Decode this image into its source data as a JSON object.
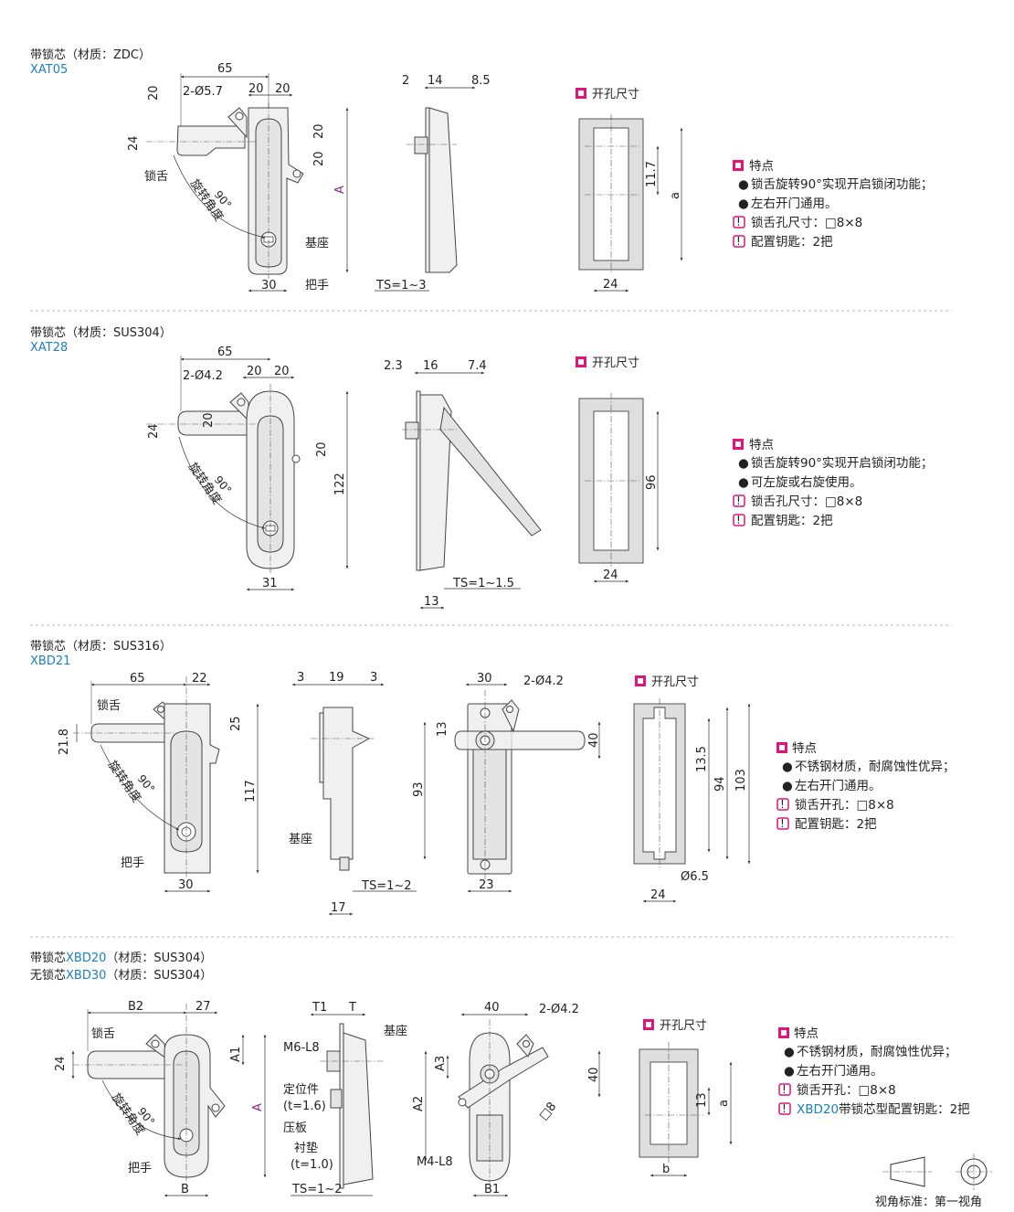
{
  "sections": [
    {
      "title": "带锁芯（材质：ZDC）",
      "code": "XAT05",
      "front_dims": [
        "65",
        "20",
        "2-Ø5.7",
        "20",
        "20",
        "24",
        "20",
        "20",
        "A",
        "30"
      ],
      "labels": {
        "tongue": "锁舌",
        "angle": "90°",
        "rotation": "旋转角度",
        "base": "基座",
        "handle": "把手"
      },
      "side_dims": [
        "2",
        "14",
        "8.5",
        "TS=1~3"
      ],
      "cutout": {
        "title": "开孔尺寸",
        "dims": [
          "11.7",
          "a",
          "24"
        ]
      },
      "features": {
        "title": "特点",
        "items": [
          "锁舌旋转90°实现开启锁闭功能；",
          "左右开门通用。"
        ],
        "notes": [
          "锁舌孔尺寸：□8×8",
          "配置钥匙：2把"
        ]
      }
    },
    {
      "title": "带锁芯（材质：SUS304）",
      "code": "XAT28",
      "front_dims": [
        "65",
        "2-Ø4.2",
        "20",
        "20",
        "24",
        "20",
        "20",
        "122",
        "31"
      ],
      "labels": {
        "angle": "90°",
        "rotation": "旋转角度"
      },
      "side_dims": [
        "2.3",
        "16",
        "7.4",
        "TS=1~1.5",
        "13"
      ],
      "cutout": {
        "title": "开孔尺寸",
        "dims": [
          "96",
          "24"
        ]
      },
      "features": {
        "title": "特点",
        "items": [
          "锁舌旋转90°实现开启锁闭功能；",
          "可左旋或右旋使用。"
        ],
        "notes": [
          "锁舌孔尺寸：□8×8",
          "配置钥匙：2把"
        ]
      }
    },
    {
      "title": "带锁芯（材质：SUS316）",
      "code": "XBD21",
      "front_dims": [
        "65",
        "22",
        "21.8",
        "25",
        "117",
        "30"
      ],
      "labels": {
        "tongue": "锁舌",
        "angle": "90°",
        "rotation": "旋转角度",
        "handle": "把手"
      },
      "side_dims": [
        "3",
        "19",
        "3",
        "TS=1~2",
        "17"
      ],
      "side_label": "基座",
      "back_dims": [
        "30",
        "2-Ø4.2",
        "13",
        "40",
        "93",
        "23"
      ],
      "cutout": {
        "title": "开孔尺寸",
        "dims": [
          "13.5",
          "94",
          "103",
          "Ø6.5",
          "24"
        ]
      },
      "features": {
        "title": "特点",
        "items": [
          "不锈钢材质，耐腐蚀性优异；",
          "左右开门通用。"
        ],
        "notes": [
          "锁舌开孔：□8×8",
          "配置钥匙：2把"
        ]
      }
    },
    {
      "title_prefix": "带锁芯",
      "title_code": "XBD20",
      "title_suffix": "（材质：SUS304）",
      "title2_prefix": "无锁芯",
      "title2_code": "XBD30",
      "title2_suffix": "（材质：SUS304）",
      "front_dims": [
        "B2",
        "27",
        "24",
        "A1",
        "A",
        "B"
      ],
      "labels": {
        "tongue": "锁舌",
        "angle": "90°",
        "rotation": "旋转角度",
        "handle": "把手"
      },
      "side_dims": [
        "T1",
        "T"
      ],
      "side_labels": [
        "M6-L8",
        "定位件",
        "(t=1.6)",
        "压板",
        "衬垫",
        "(t=1.0)",
        "TS=1~2",
        "基座"
      ],
      "back_dims": [
        "40",
        "2-Ø4.2",
        "A3",
        "40",
        "A2",
        "□8",
        "M4-L8",
        "B1"
      ],
      "cutout": {
        "title": "开孔尺寸",
        "dims": [
          "13",
          "a",
          "b"
        ]
      },
      "features": {
        "title": "特点",
        "items": [
          "不锈钢材质，耐腐蚀性优异；",
          "左右开门通用。"
        ],
        "notes": [
          "锁舌开孔：□8×8"
        ],
        "note_code": "XBD20",
        "note_rest": "带锁芯型配置钥匙：2把"
      }
    }
  ],
  "footer": "视角标准：第一视角",
  "colors": {
    "accent": "#e0147a",
    "blue": "#1a7fc1",
    "purple": "#8a2a8a"
  }
}
